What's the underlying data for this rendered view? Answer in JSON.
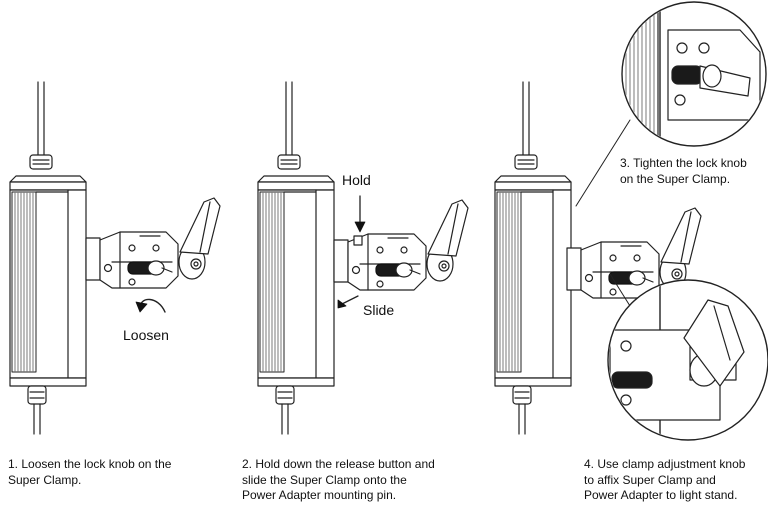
{
  "labels": {
    "loosen": "Loosen",
    "hold": "Hold",
    "slide": "Slide"
  },
  "steps": [
    {
      "text": "1. Loosen the lock knob on the\n    Super Clamp."
    },
    {
      "text": "2. Hold down the release button and\n    slide the Super Clamp onto the\n    Power Adapter mounting pin."
    },
    {
      "text": "3. Tighten the lock knob\n    on the Super Clamp."
    },
    {
      "text": "4. Use clamp adjustment knob\n    to affix Super Clamp and\n    Power Adapter to light stand."
    }
  ]
}
